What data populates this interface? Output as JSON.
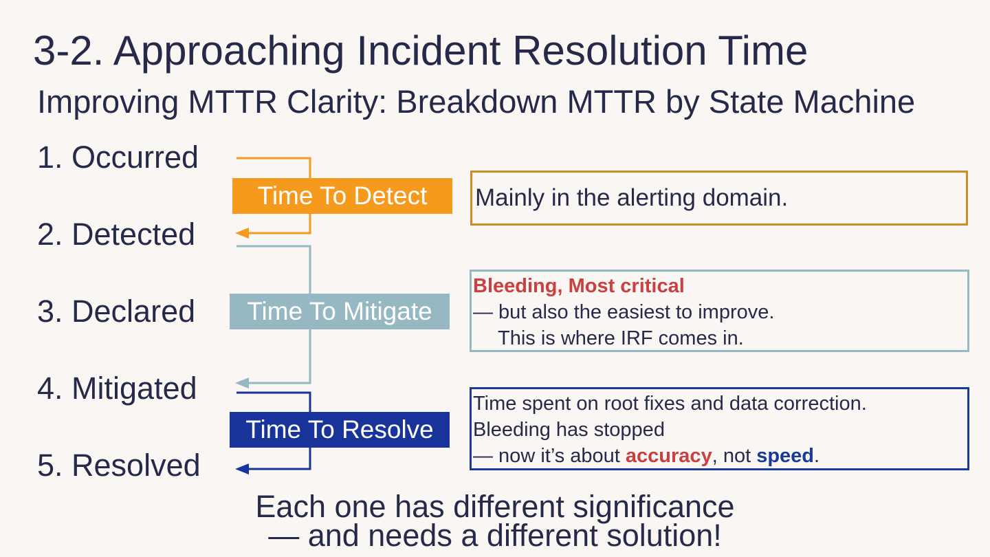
{
  "header": {
    "title": "3-2. Approaching Incident Resolution Time",
    "subtitle": "Improving MTTR Clarity: Breakdown MTTR by State Machine"
  },
  "states": [
    "1. Occurred",
    "2. Detected",
    "3. Declared",
    "4. Mitigated",
    "5. Resolved"
  ],
  "phases": [
    {
      "label": "Time To Detect",
      "color": "#f59a1d"
    },
    {
      "label": "Time To Mitigate",
      "color": "#95b8c2"
    },
    {
      "label": "Time To Resolve",
      "color": "#18349a"
    }
  ],
  "notes": {
    "detect": {
      "line1": "Mainly in the alerting domain.",
      "border_color": "#d08a2a"
    },
    "mitigate": {
      "highlight": "Bleeding, Most critical",
      "line2": "— but also the easiest to improve.",
      "line3": "This is where IRF comes in.",
      "border_color": "#95b8c2",
      "highlight_color": "#c94040"
    },
    "resolve": {
      "line1": "Time spent on root fixes and data correction.",
      "line2": "Bleeding has stopped",
      "line3_prefix": "— now it’s about ",
      "accuracy": "accuracy",
      "line3_mid": ", not ",
      "speed": "speed",
      "line3_suffix": ".",
      "border_color": "#1a3a9a"
    }
  },
  "footer": {
    "line1": "Each one has different significance",
    "line2": "— and needs a different solution!"
  }
}
